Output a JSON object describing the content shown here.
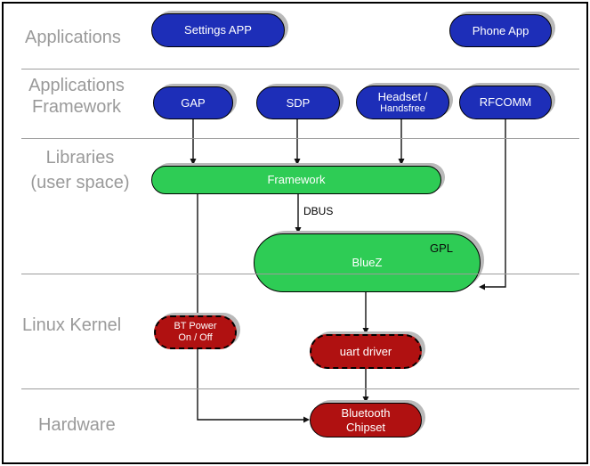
{
  "layers": {
    "applications": {
      "label": "Applications"
    },
    "applications_framework": {
      "line1": "Applications",
      "line2": "Framework"
    },
    "libraries": {
      "line1": "Libraries",
      "line2": "(user space)"
    },
    "linux_kernel": {
      "label": "Linux Kernel"
    },
    "hardware": {
      "label": "Hardware"
    }
  },
  "nodes": {
    "settings_app": {
      "label": "Settings APP"
    },
    "phone_app": {
      "label": "Phone App"
    },
    "gap": {
      "label": "GAP"
    },
    "sdp": {
      "label": "SDP"
    },
    "headset": {
      "line1": "Headset /",
      "line2": "Handsfree"
    },
    "rfcomm": {
      "label": "RFCOMM"
    },
    "framework": {
      "label": "Framework"
    },
    "bluez": {
      "label": "BlueZ",
      "license_tag": "GPL"
    },
    "bt_power": {
      "line1": "BT Power",
      "line2": "On / Off"
    },
    "uart_driver": {
      "label": "uart driver"
    },
    "bluetooth_chipset": {
      "line1": "Bluetooth",
      "line2": "Chipset"
    }
  },
  "connections": {
    "dbus_label": "DBUS"
  },
  "colors": {
    "application_node": "#1d2eb8",
    "userspace_node": "#2ecc55",
    "kernel_node": "#b01111",
    "node_border": "#000000",
    "node_text": "#ffffff",
    "layer_label_text": "#9a9a9a",
    "separator_line": "#9c9c9c",
    "node_shadow": "#b9b9b9",
    "arrow": "#111111"
  }
}
